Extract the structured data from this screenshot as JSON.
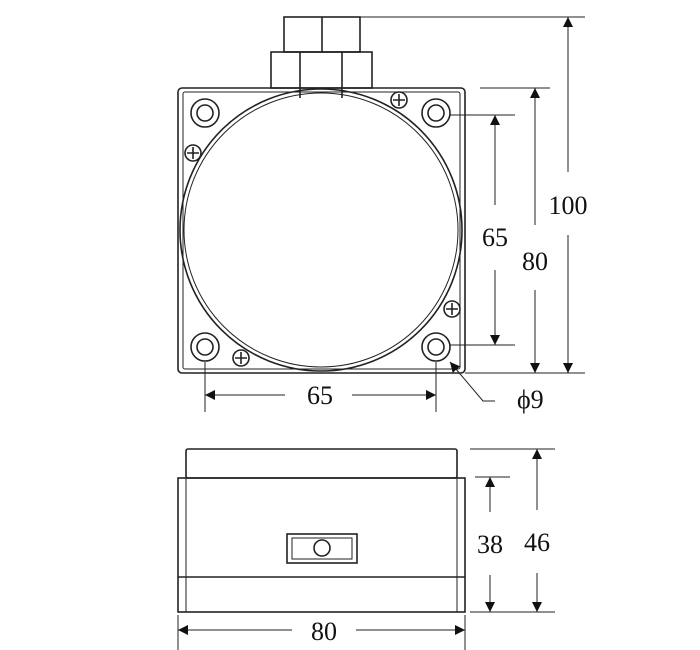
{
  "top_view": {
    "dim_hole_spacing_vertical": "65",
    "dim_body_height": "80",
    "dim_total_height": "100",
    "dim_hole_spacing_horizontal": "65",
    "dim_hole_diameter": "ϕ9"
  },
  "side_view": {
    "dim_body_depth": "38",
    "dim_total_depth": "46",
    "dim_width": "80"
  }
}
